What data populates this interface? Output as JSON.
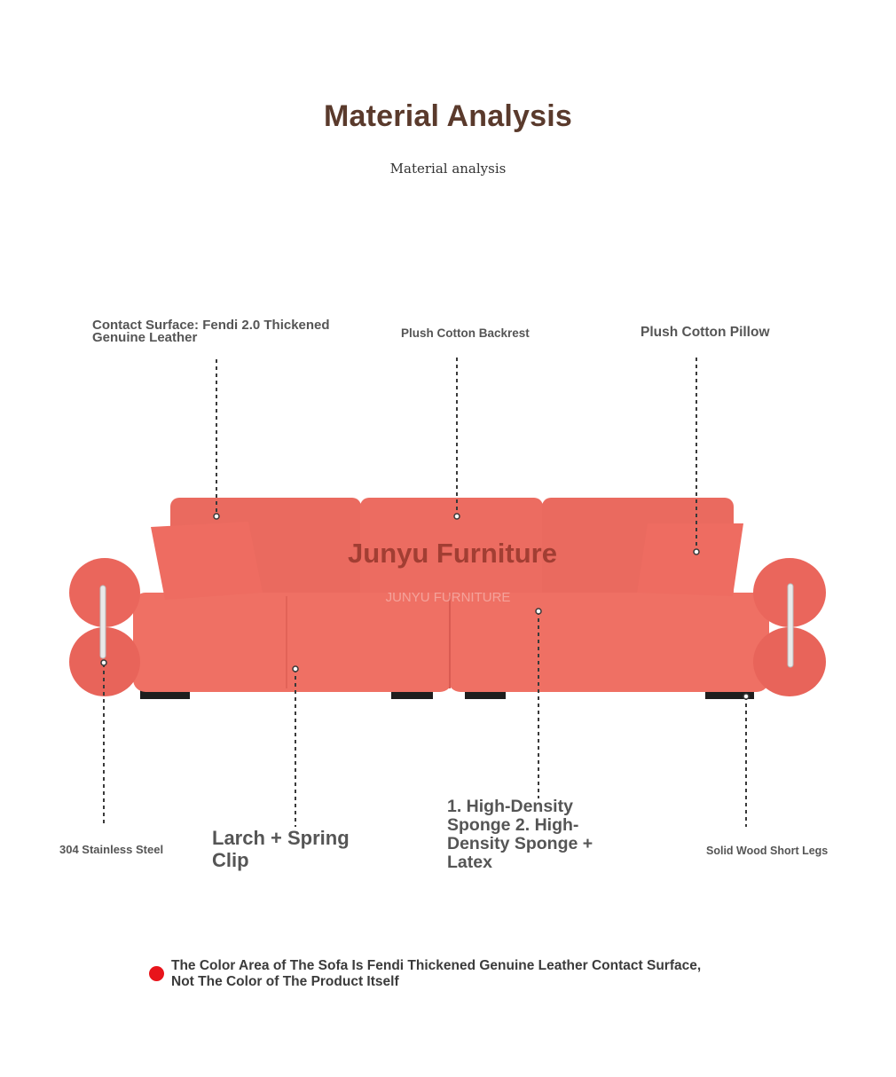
{
  "header": {
    "title": "Material Analysis",
    "subtitle": "Material analysis"
  },
  "labels": {
    "leather": "Contact Surface: Fendi 2.0 Thickened Genuine Leather",
    "backrest": "Plush Cotton Backrest",
    "pillow": "Plush Cotton Pillow",
    "steel": "304 Stainless Steel",
    "larch": "Larch + Spring Clip",
    "sponge": "1. High-Density Sponge 2. High-Density Sponge + Latex",
    "legs": "Solid Wood Short Legs"
  },
  "product": {
    "brand_watermark": "Junyu Furniture",
    "sofa_color": "#ee6b60",
    "leg_color": "#1e1e1e"
  },
  "note": {
    "text": "The Color Area of The Sofa Is Fendi Thickened Genuine Leather Contact Surface, Not The Color of The Product Itself",
    "dot_color": "#e8141b"
  },
  "colors": {
    "title": "#5a3a2c",
    "label": "#555555"
  }
}
